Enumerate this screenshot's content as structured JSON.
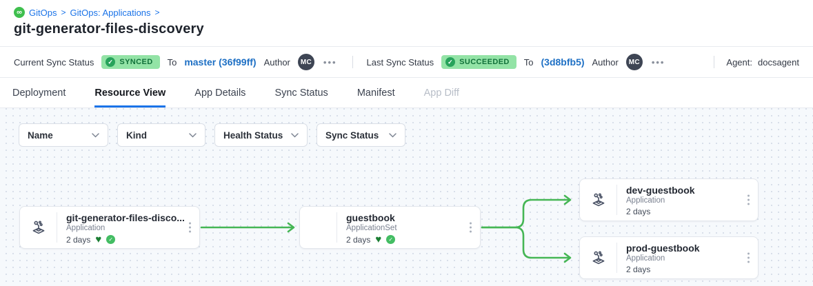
{
  "breadcrumb": {
    "separator": ">",
    "items": [
      "GitOps",
      "GitOps: Applications"
    ]
  },
  "page": {
    "title": "git-generator-files-discovery"
  },
  "icons": {
    "logo_glyph": "∞",
    "check_glyph": "✓",
    "heart_glyph": "♥",
    "ellipsis_glyph": "•••"
  },
  "colors": {
    "accent_blue": "#1a73e8",
    "badge_green_bg": "#93e3a6",
    "badge_green_text": "#11713a",
    "edge_green": "#45b654"
  },
  "status_bar": {
    "current": {
      "label": "Current Sync Status",
      "badge": "SYNCED",
      "to_label": "To",
      "revision": "master (36f99ff)",
      "author_label": "Author",
      "author_initials": "MC"
    },
    "last": {
      "label": "Last Sync Status",
      "badge": "SUCCEEDED",
      "to_label": "To",
      "revision": "(3d8bfb5)",
      "author_label": "Author",
      "author_initials": "MC"
    },
    "agent": {
      "label": "Agent:",
      "value": "docsagent"
    }
  },
  "tabs": [
    {
      "label": "Deployment"
    },
    {
      "label": "Resource View"
    },
    {
      "label": "App Details"
    },
    {
      "label": "Sync Status"
    },
    {
      "label": "Manifest"
    },
    {
      "label": "App Diff"
    }
  ],
  "filters": [
    {
      "label": "Name"
    },
    {
      "label": "Kind"
    },
    {
      "label": "Health Status"
    },
    {
      "label": "Sync Status"
    }
  ],
  "graph": {
    "nodes": [
      {
        "title": "git-generator-files-disco...",
        "kind": "Application",
        "age": "2 days"
      },
      {
        "title": "guestbook",
        "kind": "ApplicationSet",
        "age": "2 days"
      },
      {
        "title": "dev-guestbook",
        "kind": "Application",
        "age": "2 days"
      },
      {
        "title": "prod-guestbook",
        "kind": "Application",
        "age": "2 days"
      }
    ]
  }
}
